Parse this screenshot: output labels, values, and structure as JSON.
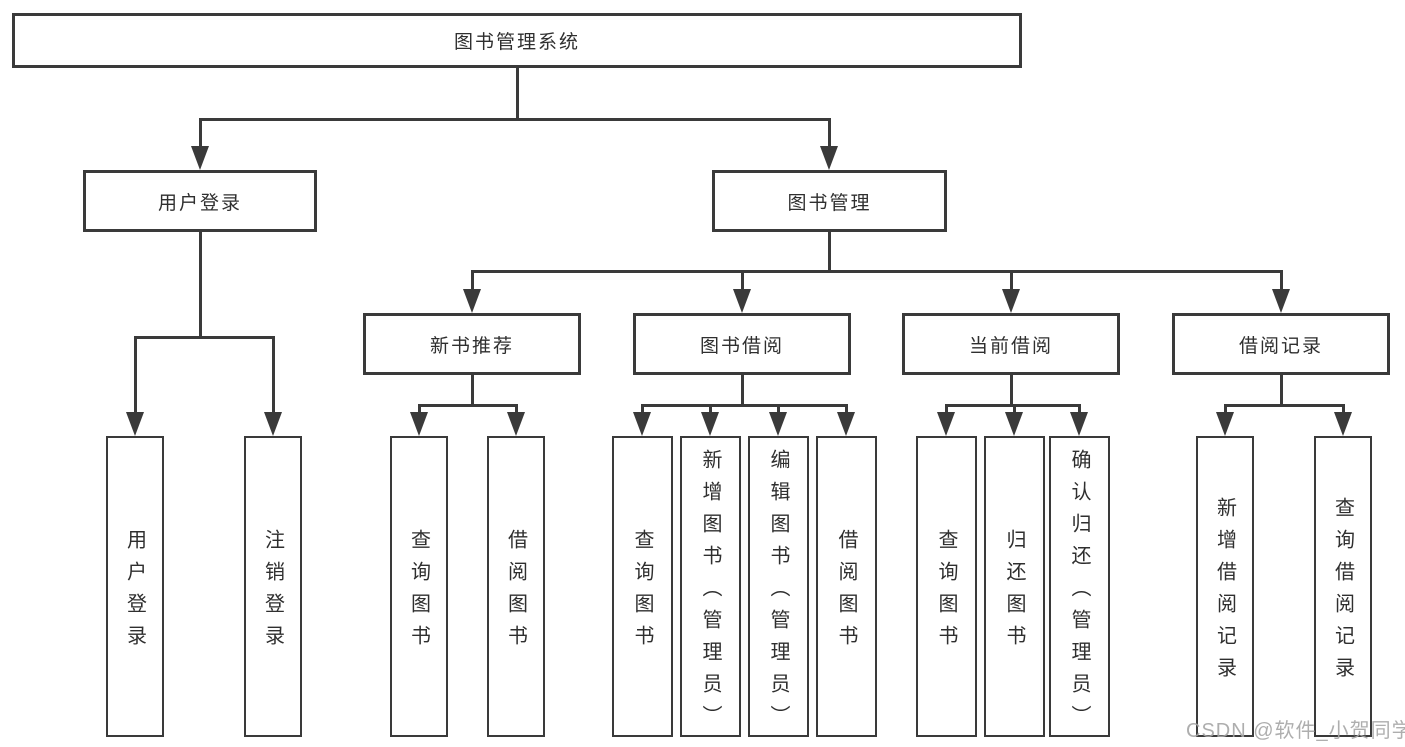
{
  "title": "图书管理系统",
  "tree": {
    "root": "图书管理系统",
    "branches": [
      {
        "label": "用户登录",
        "children": [
          "用户登录",
          "注销登录"
        ]
      },
      {
        "label": "图书管理",
        "groups": [
          {
            "label": "新书推荐",
            "children": [
              "查询图书",
              "借阅图书"
            ]
          },
          {
            "label": "图书借阅",
            "children": [
              "查询图书",
              "新增图书（管理员）",
              "编辑图书（管理员）",
              "借阅图书"
            ]
          },
          {
            "label": "当前借阅",
            "children": [
              "查询图书",
              "归还图书",
              "确认归还（管理员）"
            ]
          },
          {
            "label": "借阅记录",
            "children": [
              "新增借阅记录",
              "查询借阅记录"
            ]
          }
        ]
      }
    ]
  },
  "watermark": "CSDN @软件_小贺同学",
  "colors": {
    "line": "#3a3a3a",
    "box_border": "#3a3a3a",
    "box_background": "#ffffff",
    "text": "#2f2f2f",
    "watermark": "#a5a5a5",
    "background": "#ffffff"
  }
}
